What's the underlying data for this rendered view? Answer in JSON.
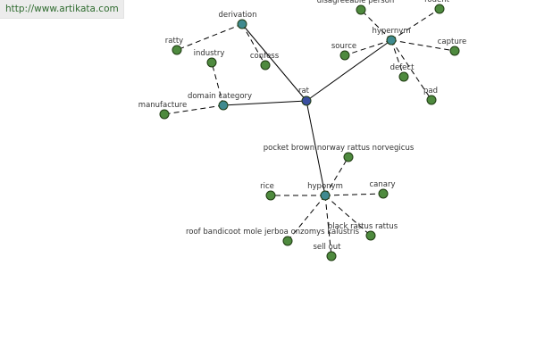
{
  "watermark": {
    "url": "http://www.artikata.com"
  },
  "colors": {
    "central_node": "#3a4fa0",
    "hub_node": "#3f8a8f",
    "leaf_node": "#4e8a3e",
    "edge": "#000000",
    "url_text": "#2f6b2f"
  },
  "graph": {
    "nodes": [
      {
        "id": "rat",
        "label": "rat",
        "kind": "central"
      },
      {
        "id": "derivation",
        "label": "derivation",
        "kind": "hub"
      },
      {
        "id": "hypernym",
        "label": "hypernym",
        "kind": "hub"
      },
      {
        "id": "domain-category",
        "label": "domain category",
        "kind": "hub"
      },
      {
        "id": "hyponym",
        "label": "hyponym",
        "kind": "hub"
      },
      {
        "id": "ratty",
        "label": "ratty",
        "kind": "leaf"
      },
      {
        "id": "industry",
        "label": "industry",
        "kind": "leaf"
      },
      {
        "id": "confess",
        "label": "confess",
        "kind": "leaf"
      },
      {
        "id": "disagreeable-person",
        "label": "disagreeable person",
        "kind": "leaf"
      },
      {
        "id": "rodent",
        "label": "rodent",
        "kind": "leaf"
      },
      {
        "id": "source",
        "label": "source",
        "kind": "leaf"
      },
      {
        "id": "capture",
        "label": "capture",
        "kind": "leaf"
      },
      {
        "id": "defect",
        "label": "defect",
        "kind": "leaf"
      },
      {
        "id": "pad",
        "label": "pad",
        "kind": "leaf"
      },
      {
        "id": "manufacture",
        "label": "manufacture",
        "kind": "leaf"
      },
      {
        "id": "pocket-brown-norway-rattus-norvegicus",
        "label": "pocket brown norway rattus norvegicus",
        "kind": "leaf"
      },
      {
        "id": "rice",
        "label": "rice",
        "kind": "leaf"
      },
      {
        "id": "canary",
        "label": "canary",
        "kind": "leaf"
      },
      {
        "id": "roof-bandicoot-mole-jerboa",
        "label": "roof bandicoot mole jerboa onzomys kalustris",
        "kind": "leaf"
      },
      {
        "id": "black-rattus-rattus",
        "label": "black rattus rattus",
        "kind": "leaf"
      },
      {
        "id": "sell-out",
        "label": "sell out",
        "kind": "leaf"
      }
    ],
    "edges": [
      {
        "from": "rat",
        "to": "derivation",
        "style": "solid"
      },
      {
        "from": "rat",
        "to": "hypernym",
        "style": "solid"
      },
      {
        "from": "rat",
        "to": "domain-category",
        "style": "solid"
      },
      {
        "from": "rat",
        "to": "hyponym",
        "style": "solid"
      },
      {
        "from": "derivation",
        "to": "ratty",
        "style": "dashed"
      },
      {
        "from": "derivation",
        "to": "confess",
        "style": "dashed"
      },
      {
        "from": "hypernym",
        "to": "disagreeable-person",
        "style": "dashed"
      },
      {
        "from": "hypernym",
        "to": "rodent",
        "style": "dashed"
      },
      {
        "from": "hypernym",
        "to": "source",
        "style": "dashed"
      },
      {
        "from": "hypernym",
        "to": "capture",
        "style": "dashed"
      },
      {
        "from": "hypernym",
        "to": "defect",
        "style": "dashed"
      },
      {
        "from": "hypernym",
        "to": "pad",
        "style": "dashed"
      },
      {
        "from": "domain-category",
        "to": "industry",
        "style": "dashed"
      },
      {
        "from": "domain-category",
        "to": "manufacture",
        "style": "dashed"
      },
      {
        "from": "hyponym",
        "to": "pocket-brown-norway-rattus-norvegicus",
        "style": "dashed"
      },
      {
        "from": "hyponym",
        "to": "rice",
        "style": "dashed"
      },
      {
        "from": "hyponym",
        "to": "canary",
        "style": "dashed"
      },
      {
        "from": "hyponym",
        "to": "roof-bandicoot-mole-jerboa",
        "style": "dashed"
      },
      {
        "from": "hyponym",
        "to": "black-rattus-rattus",
        "style": "dashed"
      },
      {
        "from": "hyponym",
        "to": "sell-out",
        "style": "dashed"
      }
    ]
  }
}
